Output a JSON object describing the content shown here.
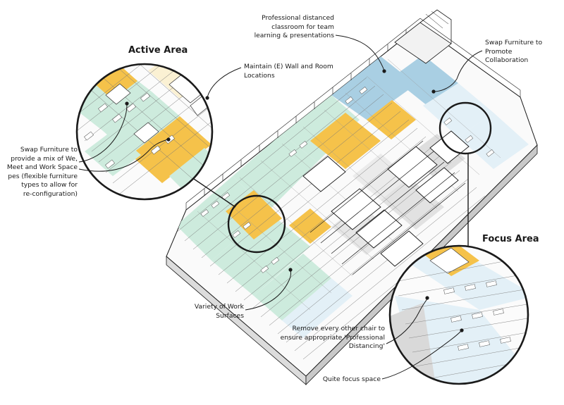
{
  "headings": {
    "active_area": "Active Area",
    "focus_area": "Focus Area"
  },
  "annotations": {
    "classroom": "Professional distanced\nclassroom for team\nlearning & presentations",
    "swap_collab": "Swap Furniture to\nPromote\nCollaboration",
    "maintain_wall": "Maintain (E) Wall and Room\nLocations",
    "swap_mix": "Swap Furniture to\nprovide a mix of We,\nMeet and Work Space\npes (flexible furniture\ntypes to allow for\nre-configuration)",
    "work_surfaces": "Variety of Work\nSurfaces",
    "remove_chair": "Remove every other chair to\nensure appropriate 'Professional\nDistancing'",
    "quiet_focus": "Quite focus space"
  },
  "colors": {
    "yellow": "#F5C24A",
    "green": "#CDEBDD",
    "blue": "#A9CFE3",
    "lightblue": "#E3F0F7",
    "cream": "#FBF1D3",
    "line": "#1a1a1a",
    "grey": "#D5D5D5"
  }
}
